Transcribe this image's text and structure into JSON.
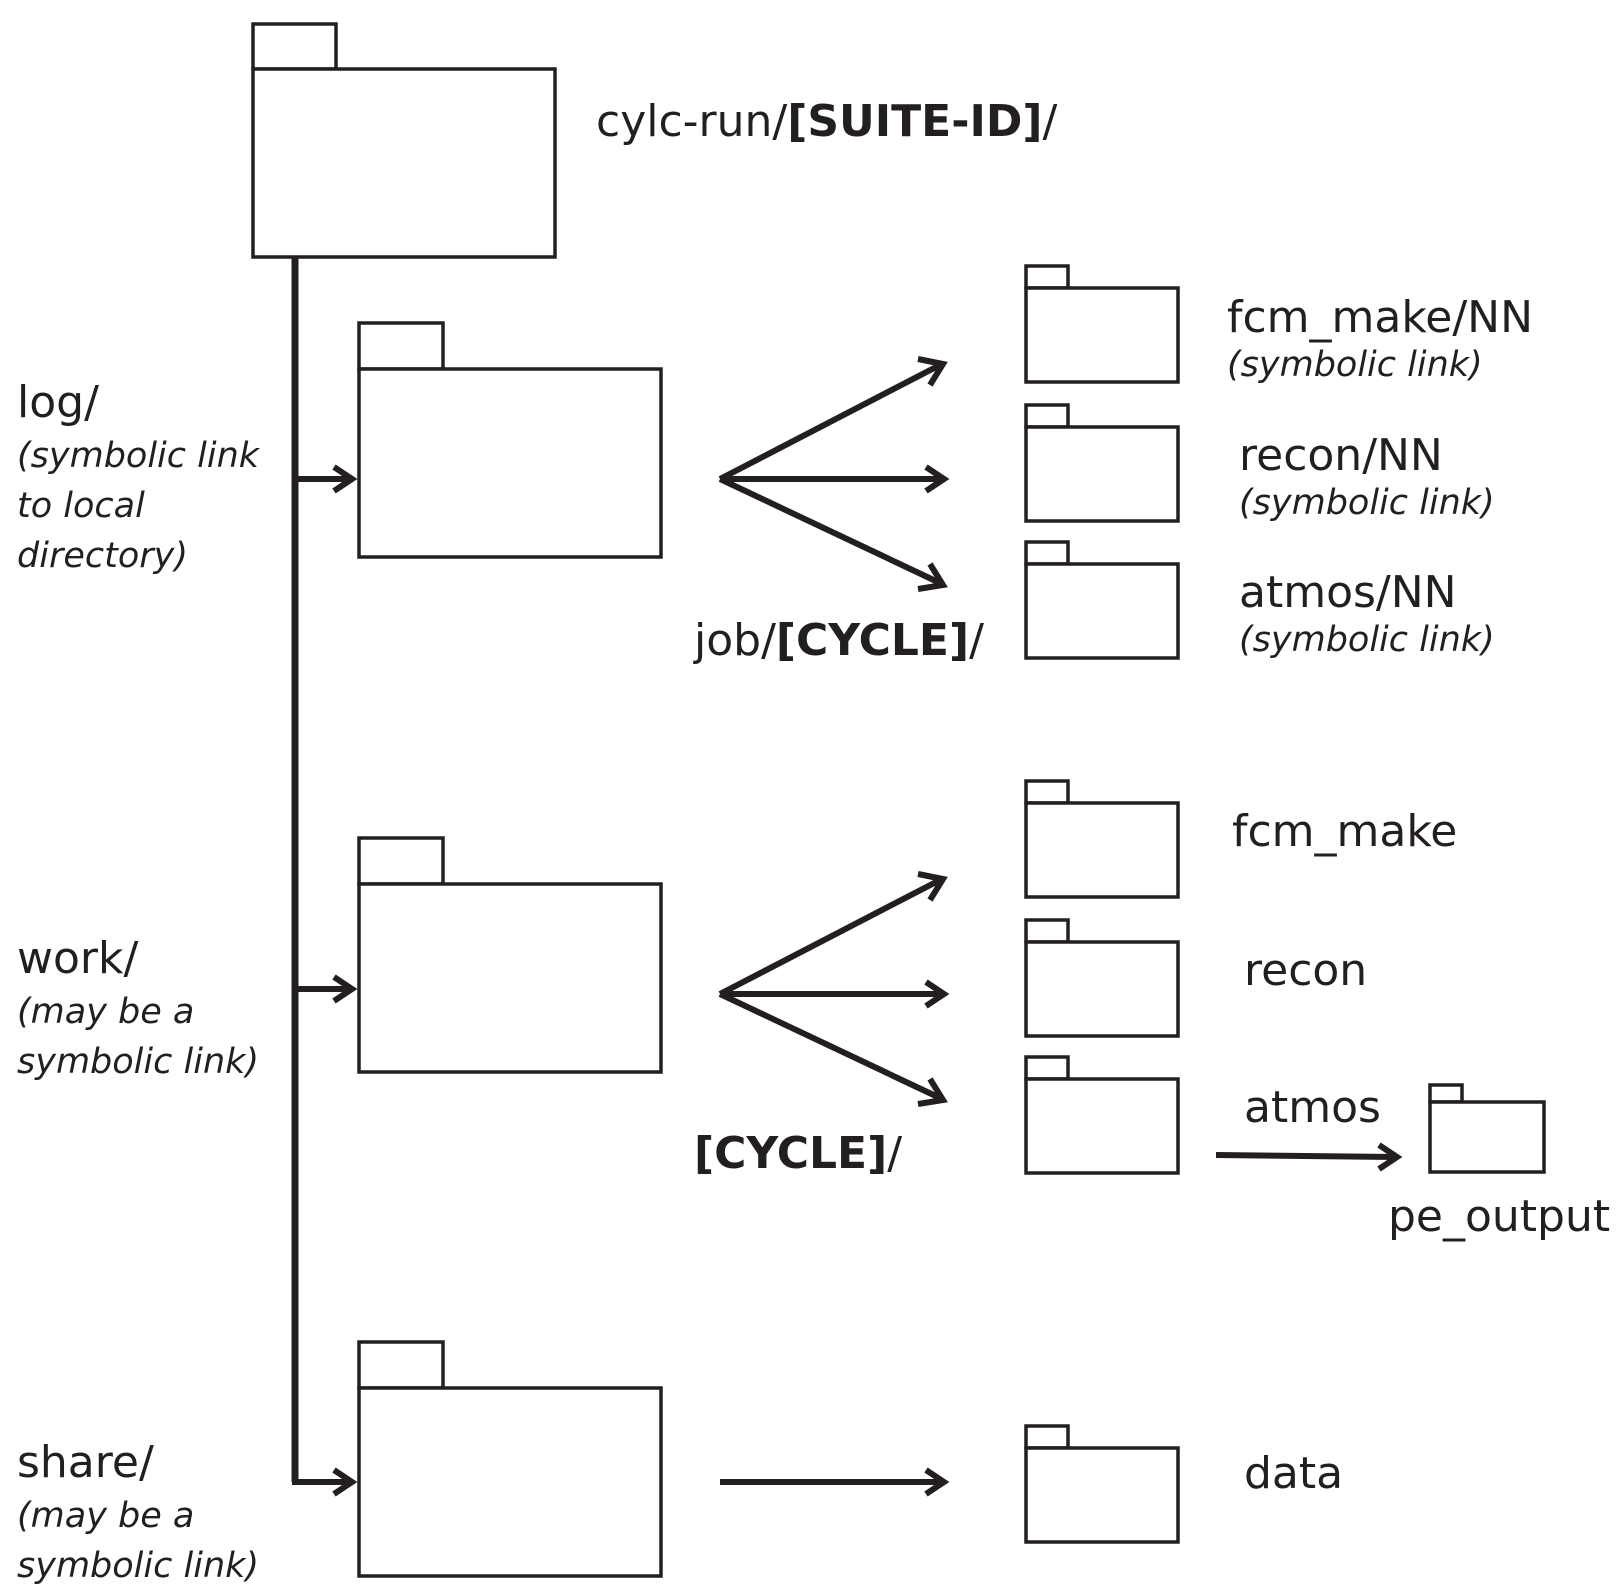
{
  "root": {
    "prefix": "cylc-run/",
    "bold": "[SUITE-ID]",
    "suffix": "/"
  },
  "branches": [
    {
      "name": "log/",
      "note_lines": [
        "(symbolic link",
        "to local",
        "directory)"
      ]
    },
    {
      "name": "work/",
      "note_lines": [
        "(may be a",
        "symbolic link)"
      ]
    },
    {
      "name": "share/",
      "note_lines": [
        "(may be a",
        "symbolic link)"
      ]
    }
  ],
  "log_sub": {
    "label_prefix": "job/",
    "label_bold": "[CYCLE]",
    "label_suffix": "/",
    "children": [
      {
        "name": "fcm_make/NN",
        "note": "(symbolic link)"
      },
      {
        "name": "recon/NN",
        "note": "(symbolic link)"
      },
      {
        "name": "atmos/NN",
        "note": "(symbolic link)"
      }
    ]
  },
  "work_sub": {
    "label_bold": "[CYCLE]",
    "label_suffix": "/",
    "children": [
      {
        "name": "fcm_make"
      },
      {
        "name": "recon"
      },
      {
        "name": "atmos"
      }
    ],
    "grandchild": "pe_output"
  },
  "share_sub": {
    "children": [
      {
        "name": "data"
      }
    ]
  }
}
